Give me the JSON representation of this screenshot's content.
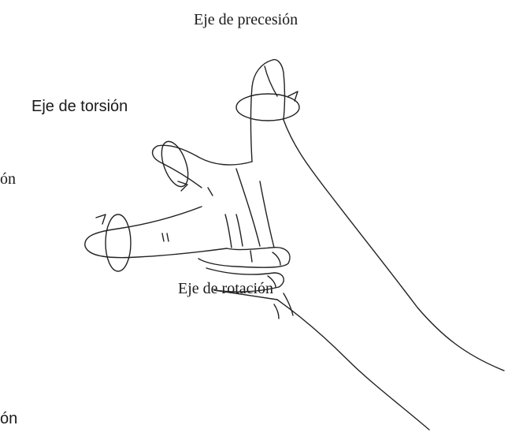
{
  "labels": {
    "precession_axis": "Eje de precesión",
    "torsion_axis": "Eje de torsión",
    "rotation_axis": "Eje de rotación",
    "cut_fragment_1": "ón",
    "cut_fragment_2": "ón"
  },
  "colors": {
    "ink": "#222222",
    "background": "#ffffff"
  }
}
